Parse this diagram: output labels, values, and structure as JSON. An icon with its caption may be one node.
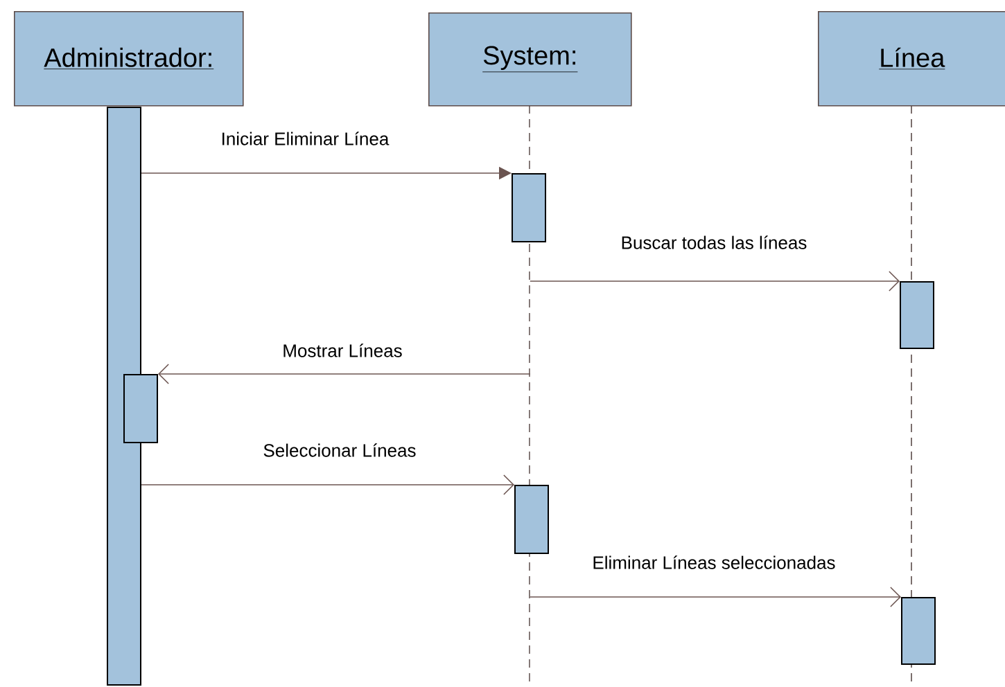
{
  "diagram": {
    "nodes": [
      {
        "text": [
          "Administrador:"
        ]
      },
      {
        "text": [
          "System:"
        ]
      },
      {
        "text": [
          "Línea"
        ]
      },
      {
        "text": [],
        "shape": "bar"
      },
      {
        "text": [],
        "shape": "bar"
      },
      {
        "text": [],
        "shape": "bar"
      },
      {
        "text": [],
        "shape": "bar"
      },
      {
        "text": [],
        "shape": "bar"
      },
      {
        "text": [],
        "shape": "bar"
      }
    ],
    "edges": [
      {
        "from": 3,
        "to": 4,
        "arrow": "to",
        "label": "Iniciar Eliminar Línea"
      },
      {
        "from": null,
        "to": 5,
        "arrow": "to",
        "label": "Buscar todas las líneas"
      },
      {
        "from": null,
        "to": 6,
        "arrow": "to",
        "label": "Mostrar Líneas"
      },
      {
        "from": 3,
        "to": 7,
        "arrow": "to",
        "label": "Seleccionar Líneas"
      },
      {
        "from": null,
        "to": 8,
        "arrow": "to",
        "label": "Eliminar Líneas seleccionadas"
      }
    ]
  }
}
